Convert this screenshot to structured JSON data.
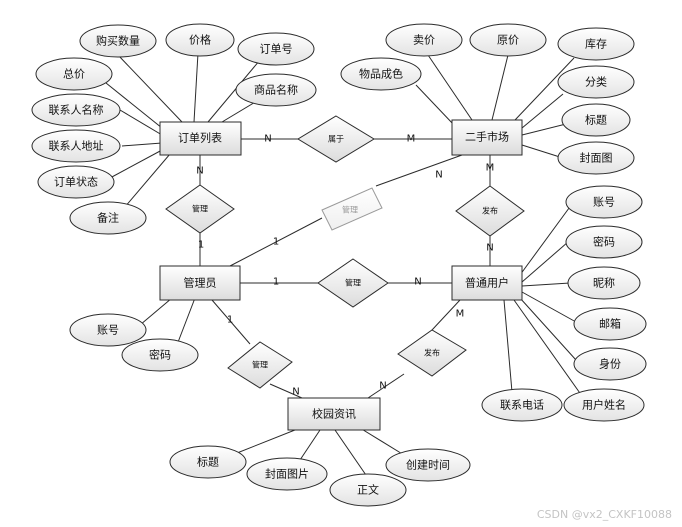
{
  "entities": {
    "order_list": "订单列表",
    "second_hand_market": "二手市场",
    "admin": "管理员",
    "user": "普通用户",
    "campus_news": "校园资讯"
  },
  "relations": {
    "order_belongs": "属于",
    "admin_manage_order": "管理",
    "admin_manage_market": "管理",
    "admin_manage_user": "管理",
    "user_post_market": "发布",
    "admin_manage_news": "管理",
    "user_post_news": "发布"
  },
  "attributes": {
    "order_list": [
      "购买数量",
      "价格",
      "订单号",
      "总价",
      "商品名称",
      "联系人名称",
      "联系人地址",
      "订单状态",
      "备注"
    ],
    "second_hand_market": [
      "卖价",
      "原价",
      "库存",
      "物品成色",
      "分类",
      "标题",
      "封面图"
    ],
    "admin": [
      "账号",
      "密码"
    ],
    "user": [
      "账号",
      "密码",
      "昵称",
      "邮箱",
      "身份",
      "联系电话",
      "用户姓名"
    ],
    "campus_news": [
      "标题",
      "封面图片",
      "创建时间",
      "正文"
    ]
  },
  "cardinalities": {
    "order_to_belongs": "N",
    "belongs_to_market": "M",
    "order_to_manage": "N",
    "manage_to_admin": "1",
    "admin_to_faded": "1",
    "faded_to_market": "N",
    "market_to_post": "M",
    "post_to_user": "N",
    "admin_to_manage_user": "1",
    "manage_user_to_user": "N",
    "admin_to_manage_news": "1",
    "manage_news_to_news": "N",
    "user_to_post_news": "M",
    "post_news_to_news": "N"
  },
  "watermark": "CSDN @vx2_CXKF10088"
}
